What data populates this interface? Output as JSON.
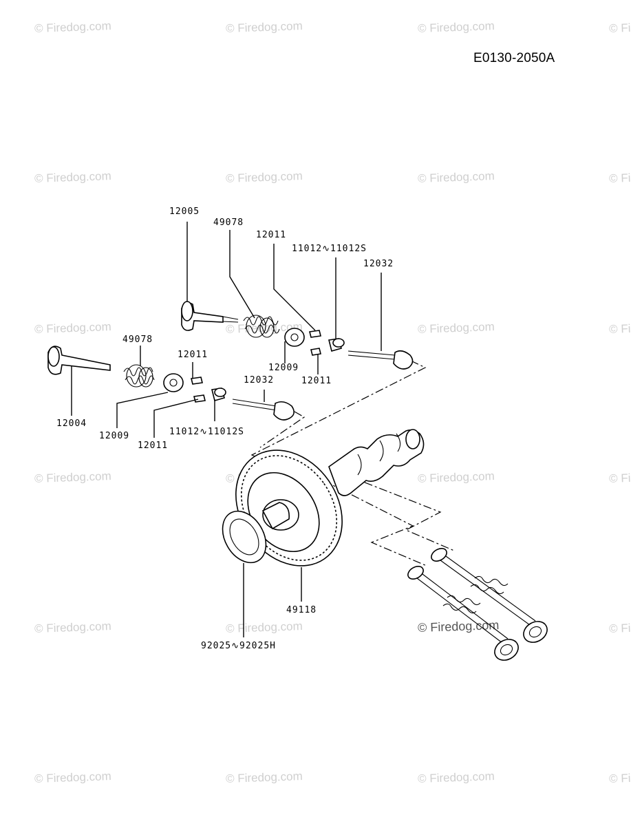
{
  "diagram": {
    "drawing_code": "E0130-2050A",
    "watermark_text": "© Firedog.com",
    "part_numbers": {
      "p12005": "12005",
      "p49078_top": "49078",
      "p12011_top": "12011",
      "p11012_top": "11012∿11012S",
      "p12032_top": "12032",
      "p12009_top": "12009",
      "p12011_top_b": "12011",
      "p49078_left": "49078",
      "p12011_left": "12011",
      "p12032_left": "12032",
      "p12004": "12004",
      "p12009_left": "12009",
      "p11012_left": "11012∿11012S",
      "p12011_left_b": "12011",
      "p49118": "49118",
      "p92025": "92025∿92025H"
    }
  }
}
